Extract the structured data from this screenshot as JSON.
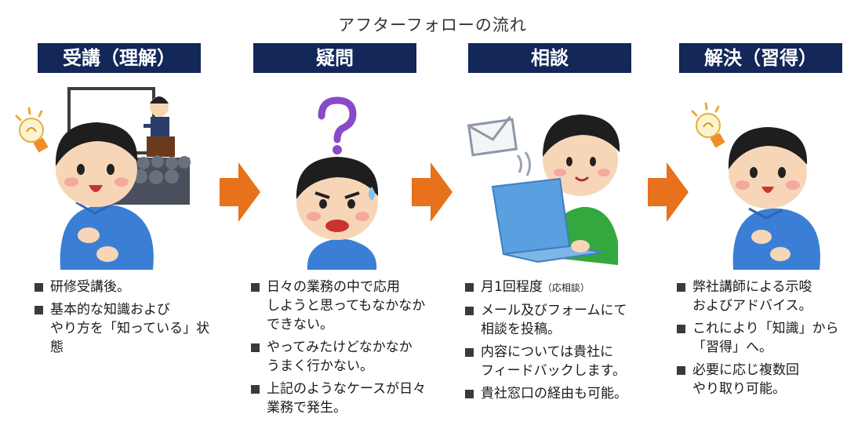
{
  "title": "アフターフォローの流れ",
  "steps": [
    {
      "heading": "受講（理解）",
      "items": [
        [
          "研修受講後。"
        ],
        [
          "基本的な知識および",
          "やり方を「知っている」状態"
        ]
      ]
    },
    {
      "heading": "疑問",
      "items": [
        [
          "日々の業務の中で応用",
          "しようと思ってもなかなか",
          "できない。"
        ],
        [
          "やってみたけどなかなか",
          "うまく行かない。"
        ],
        [
          "上記のようなケースが日々",
          "業務で発生。"
        ]
      ]
    },
    {
      "heading": "相談",
      "items": [
        [
          "月1回程度"
        ],
        [
          "メール及びフォームにて",
          "相談を投稿。"
        ],
        [
          "内容については貴社に",
          "フィードバックします。"
        ],
        [
          "貴社窓口の経由も可能。"
        ]
      ],
      "item0_note": "（応相談）"
    },
    {
      "heading": "解決（習得）",
      "items": [
        [
          "弊社講師による示唆",
          "およびアドバイス。"
        ],
        [
          "これにより「知識」から",
          "「習得」へ。"
        ],
        [
          "必要に応じ複数回",
          "やり取り可能。"
        ]
      ]
    }
  ],
  "colors": {
    "header_bg": "#132758",
    "arrow": "#e8711c",
    "shirt_blue": "#3a7fd5",
    "shirt_green": "#35a73f"
  },
  "icons": [
    "lightbulb-icon",
    "question-mark-icon",
    "mail-icon",
    "laptop-icon",
    "arrow-right-icon"
  ]
}
